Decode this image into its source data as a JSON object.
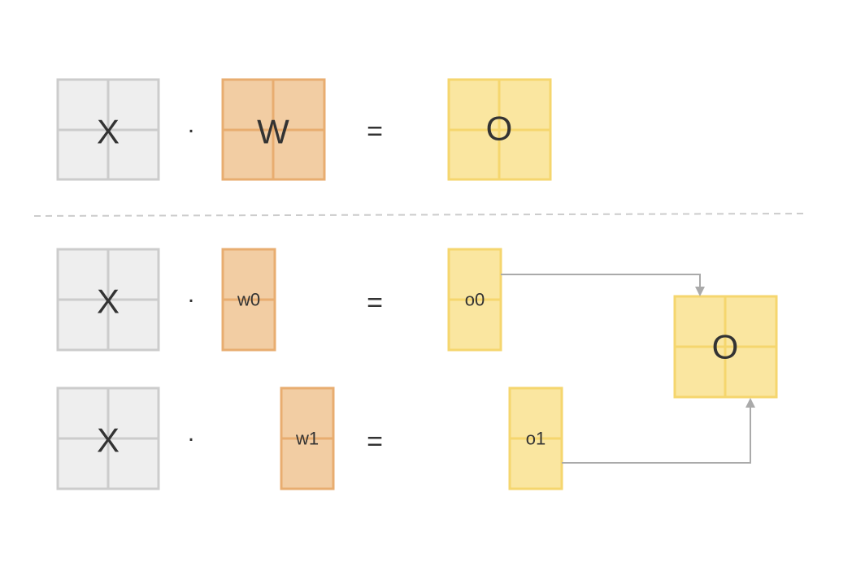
{
  "colors": {
    "x_fill": "#eeeeee",
    "x_stroke": "#cccccc",
    "w_fill": "#f2cda3",
    "w_stroke": "#e8ad70",
    "o_fill": "#fae6a0",
    "o_stroke": "#f5d66e",
    "arrow": "#aaaaaa",
    "divider": "#cccccc",
    "text": "#333333"
  },
  "top_row": {
    "x_label": "X",
    "dot_symbol": "·",
    "w_label": "W",
    "equals_symbol": "=",
    "o_label": "O"
  },
  "row_w0": {
    "x_label": "X",
    "dot_symbol": "·",
    "w_label": "w0",
    "equals_symbol": "=",
    "o_label": "o0"
  },
  "row_w1": {
    "x_label": "X",
    "dot_symbol": "·",
    "w_label": "w1",
    "equals_symbol": "=",
    "o_label": "o1"
  },
  "merged_output": {
    "label": "O"
  }
}
